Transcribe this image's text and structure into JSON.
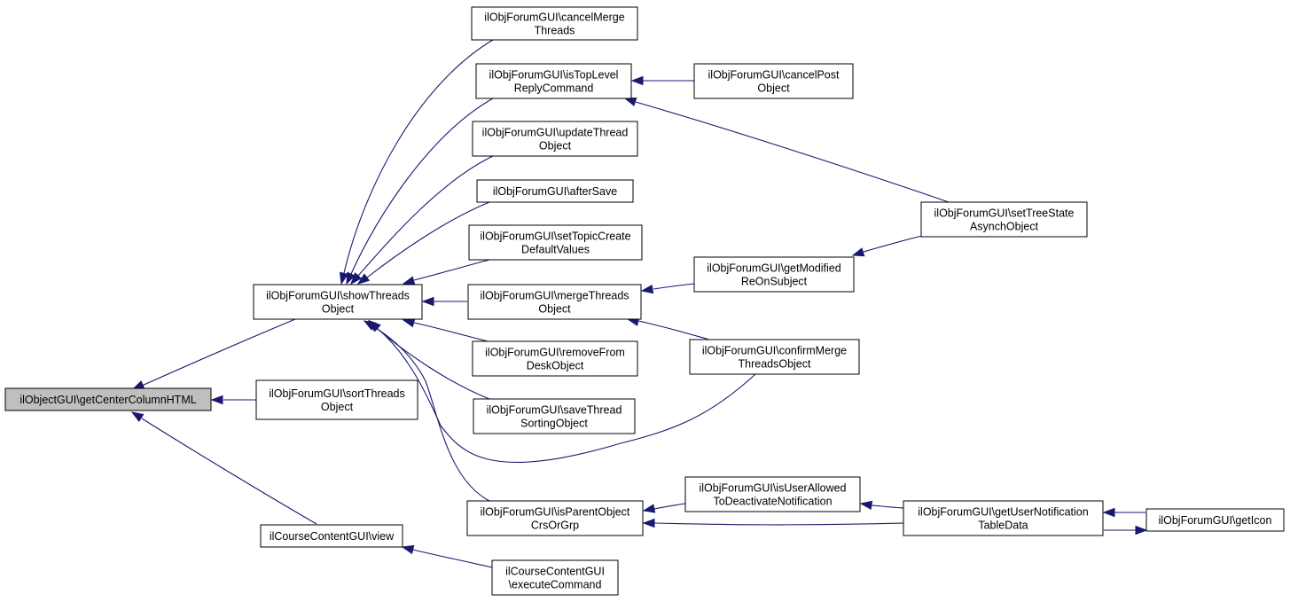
{
  "colors": {
    "edge": "#191970",
    "node_border": "#000000",
    "node_fill": "#ffffff",
    "root_fill": "#bfbfbf"
  },
  "nodes": [
    {
      "id": "getCenterColumnHTML",
      "lines": [
        "ilObjectGUI\\getCenterColumnHTML"
      ],
      "highlight": true
    },
    {
      "id": "showThreadsObject",
      "lines": [
        "ilObjForumGUI\\showThreads",
        "Object"
      ]
    },
    {
      "id": "sortThreadsObject",
      "lines": [
        "ilObjForumGUI\\sortThreads",
        "Object"
      ]
    },
    {
      "id": "view",
      "lines": [
        "ilCourseContentGUI\\view"
      ]
    },
    {
      "id": "cancelMergeThreads",
      "lines": [
        "ilObjForumGUI\\cancelMerge",
        "Threads"
      ]
    },
    {
      "id": "isTopLevelReplyCommand",
      "lines": [
        "ilObjForumGUI\\isTopLevel",
        "ReplyCommand"
      ]
    },
    {
      "id": "updateThreadObject",
      "lines": [
        "ilObjForumGUI\\updateThread",
        "Object"
      ]
    },
    {
      "id": "afterSave",
      "lines": [
        "ilObjForumGUI\\afterSave"
      ]
    },
    {
      "id": "setTopicCreateDefaultValues",
      "lines": [
        "ilObjForumGUI\\setTopicCreate",
        "DefaultValues"
      ]
    },
    {
      "id": "mergeThreadsObject",
      "lines": [
        "ilObjForumGUI\\mergeThreads",
        "Object"
      ]
    },
    {
      "id": "removeFromDeskObject",
      "lines": [
        "ilObjForumGUI\\removeFrom",
        "DeskObject"
      ]
    },
    {
      "id": "saveThreadSortingObject",
      "lines": [
        "ilObjForumGUI\\saveThread",
        "SortingObject"
      ]
    },
    {
      "id": "isParentObjectCrsOrGrp",
      "lines": [
        "ilObjForumGUI\\isParentObject",
        "CrsOrGrp"
      ]
    },
    {
      "id": "executeCommand",
      "lines": [
        "ilCourseContentGUI",
        "\\executeCommand"
      ]
    },
    {
      "id": "cancelPostObject",
      "lines": [
        "ilObjForumGUI\\cancelPost",
        "Object"
      ]
    },
    {
      "id": "getModifiedReOnSubject",
      "lines": [
        "ilObjForumGUI\\getModified",
        "ReOnSubject"
      ]
    },
    {
      "id": "confirmMergeThreadsObject",
      "lines": [
        "ilObjForumGUI\\confirmMerge",
        "ThreadsObject"
      ]
    },
    {
      "id": "isUserAllowedToDeactivateNotification",
      "lines": [
        "ilObjForumGUI\\isUserAllowed",
        "ToDeactivateNotification"
      ]
    },
    {
      "id": "setTreeStateAsynchObject",
      "lines": [
        "ilObjForumGUI\\setTreeState",
        "AsynchObject"
      ]
    },
    {
      "id": "getUserNotificationTableData",
      "lines": [
        "ilObjForumGUI\\getUserNotification",
        "TableData"
      ]
    },
    {
      "id": "getIcon",
      "lines": [
        "ilObjForumGUI\\getIcon"
      ]
    }
  ],
  "edges": [
    {
      "from": "showThreadsObject",
      "to": "getCenterColumnHTML"
    },
    {
      "from": "sortThreadsObject",
      "to": "getCenterColumnHTML"
    },
    {
      "from": "view",
      "to": "getCenterColumnHTML"
    },
    {
      "from": "cancelMergeThreads",
      "to": "showThreadsObject"
    },
    {
      "from": "isTopLevelReplyCommand",
      "to": "showThreadsObject"
    },
    {
      "from": "updateThreadObject",
      "to": "showThreadsObject"
    },
    {
      "from": "afterSave",
      "to": "showThreadsObject"
    },
    {
      "from": "setTopicCreateDefaultValues",
      "to": "showThreadsObject"
    },
    {
      "from": "mergeThreadsObject",
      "to": "showThreadsObject"
    },
    {
      "from": "removeFromDeskObject",
      "to": "showThreadsObject"
    },
    {
      "from": "saveThreadSortingObject",
      "to": "showThreadsObject"
    },
    {
      "from": "confirmMergeThreadsObject",
      "to": "showThreadsObject"
    },
    {
      "from": "isParentObjectCrsOrGrp",
      "to": "showThreadsObject"
    },
    {
      "from": "executeCommand",
      "to": "view"
    },
    {
      "from": "cancelPostObject",
      "to": "isTopLevelReplyCommand"
    },
    {
      "from": "setTreeStateAsynchObject",
      "to": "isTopLevelReplyCommand"
    },
    {
      "from": "getModifiedReOnSubject",
      "to": "mergeThreadsObject"
    },
    {
      "from": "confirmMergeThreadsObject",
      "to": "mergeThreadsObject"
    },
    {
      "from": "setTreeStateAsynchObject",
      "to": "getModifiedReOnSubject"
    },
    {
      "from": "isUserAllowedToDeactivateNotification",
      "to": "isParentObjectCrsOrGrp"
    },
    {
      "from": "getUserNotificationTableData",
      "to": "isParentObjectCrsOrGrp"
    },
    {
      "from": "getUserNotificationTableData",
      "to": "isUserAllowedToDeactivateNotification"
    },
    {
      "from": "getIcon",
      "to": "getUserNotificationTableData"
    },
    {
      "from": "getUserNotificationTableData",
      "to": "getIcon"
    }
  ]
}
